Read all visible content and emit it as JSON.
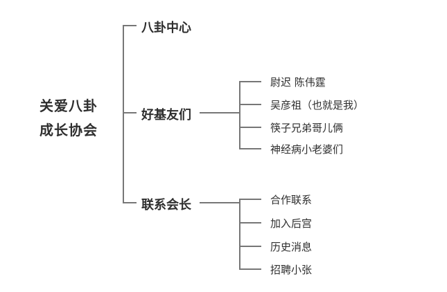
{
  "tree": {
    "root": {
      "line1": "关爱八卦",
      "line2": "成长协会"
    },
    "branches": [
      {
        "label": "八卦中心",
        "children": []
      },
      {
        "label": "好基友们",
        "children": [
          "尉迟 陈伟霆",
          "吴彦祖（也就是我）",
          "筷子兄弟哥儿俩",
          "神经病小老婆们"
        ]
      },
      {
        "label": "联系会长",
        "children": [
          "合作联系",
          "加入后宫",
          "历史消息",
          "招聘小张"
        ]
      }
    ],
    "colors": {
      "line": "#767676",
      "text": "#2e2e2e",
      "background": "#ffffff"
    }
  }
}
